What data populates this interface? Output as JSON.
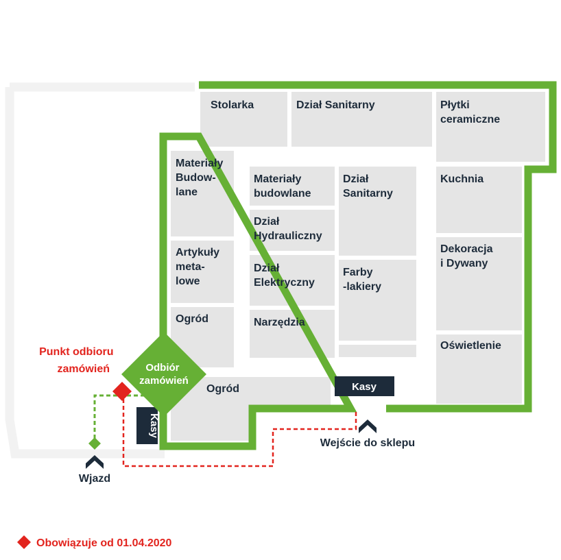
{
  "colors": {
    "store_outline": "#66b035",
    "outer_building": "#f2f2f2",
    "block": "#e5e5e5",
    "dark_label": "#1d2b3a",
    "red": "#e2241e",
    "green": "#66b035"
  },
  "departments": {
    "stolarka": [
      "Stolarka"
    ],
    "sanitarny_top": [
      "Dział Sanitarny"
    ],
    "plytki": [
      "Płytki",
      "ceramiczne"
    ],
    "materialy_left": [
      "Materiały",
      "Budow-",
      "lane"
    ],
    "materialy_mid": [
      "Materiały",
      "budowlane"
    ],
    "sanitarny_mid": [
      "Dział",
      "Sanitarny"
    ],
    "kuchnia": [
      "Kuchnia"
    ],
    "hydrauliczny": [
      "Dział",
      "Hydrauliczny"
    ],
    "artykuly": [
      "Artykuły",
      "meta-",
      "lowe"
    ],
    "elektryczny": [
      "Dział",
      "Elektryczny"
    ],
    "farby": [
      "Farby",
      "-lakiery"
    ],
    "dekoracja": [
      "Dekoracja",
      "i Dywany"
    ],
    "ogrod_left": [
      "Ogród"
    ],
    "narzedzia": [
      "Narzędzia"
    ],
    "oswietlenie": [
      "Oświetlenie"
    ],
    "ogrod_bottom": [
      "Ogród"
    ]
  },
  "pickup_point": {
    "label": [
      "Punkt odbioru",
      "zamówień"
    ],
    "diamond": [
      "Odbiór",
      "zamówień"
    ]
  },
  "kasy_right": "Kasy",
  "kasy_left": "Kasy",
  "entrance": "Wejście do sklepu",
  "driveway": "Wjazd",
  "legend": "Obowiązuje od 01.04.2020",
  "icons": {
    "entrance_arrow": "chevron-up-icon",
    "driveway_arrow": "chevron-up-icon",
    "pickup_marker": "red-diamond-icon",
    "driveway_marker": "green-diamond-icon",
    "legend_marker": "red-diamond-icon"
  }
}
